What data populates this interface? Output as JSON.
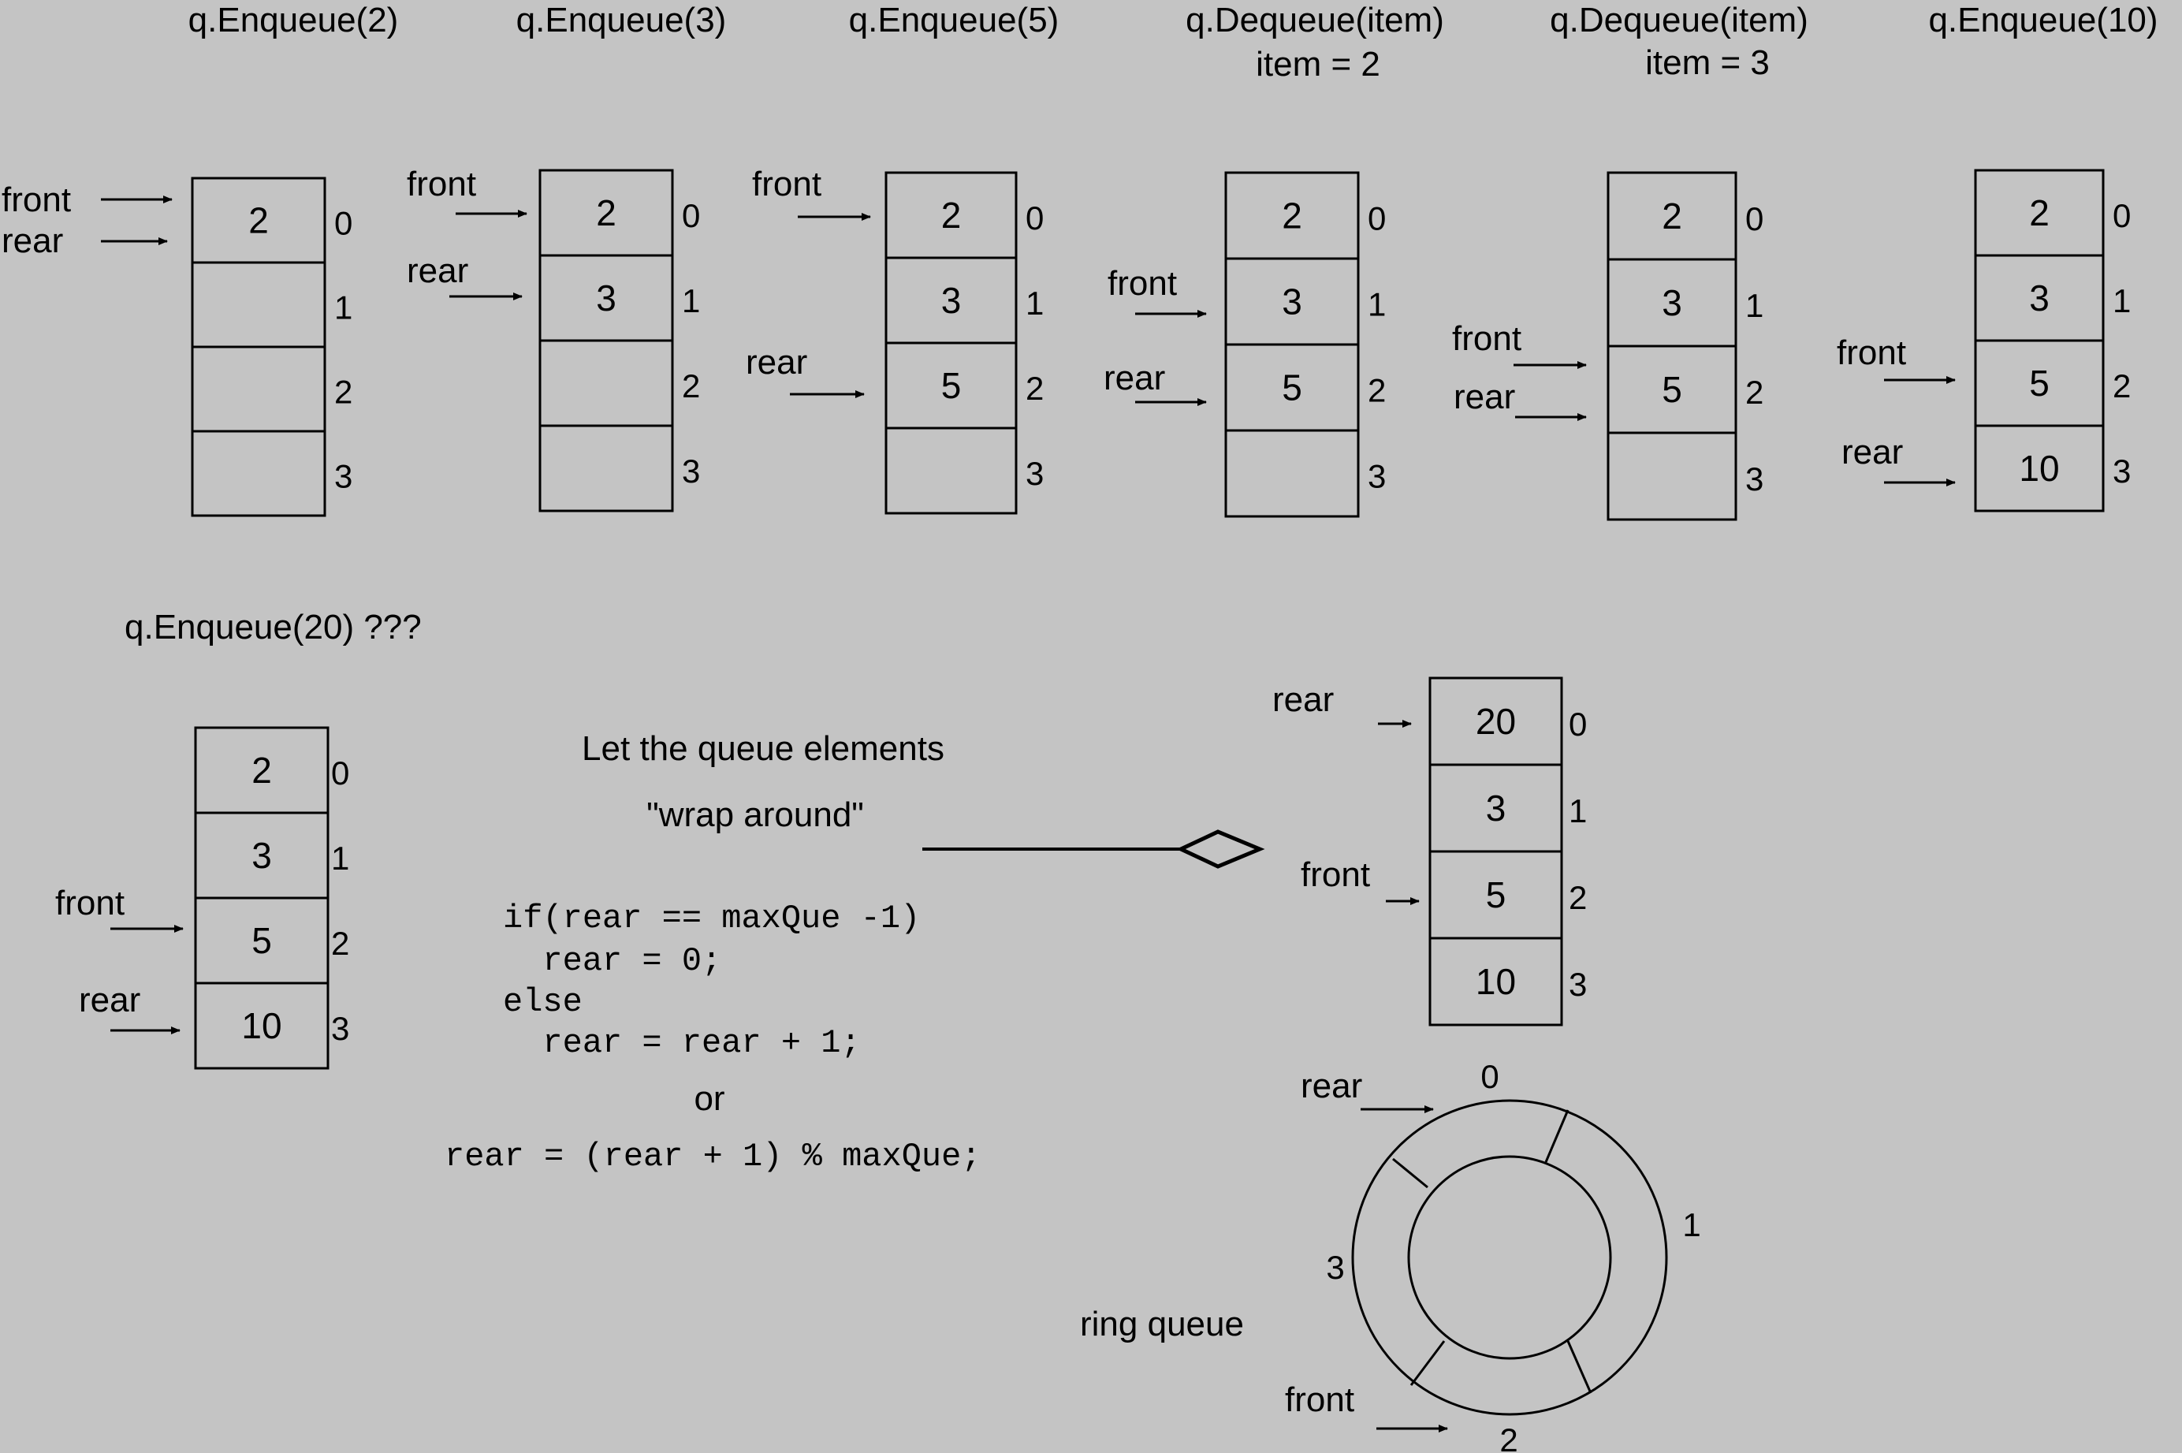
{
  "captions": [
    "q.Enqueue(2)",
    "q.Enqueue(3)",
    "q.Enqueue(5)",
    "q.Dequeue(item)",
    "q.Dequeue(item)",
    "q.Enqueue(10)"
  ],
  "item_notes": [
    "item = 2",
    "item = 3"
  ],
  "pointer_labels": {
    "front": "front",
    "rear": "rear"
  },
  "indices": [
    "0",
    "1",
    "2",
    "3"
  ],
  "queues": [
    {
      "values": [
        "2",
        "",
        "",
        ""
      ]
    },
    {
      "values": [
        "2",
        "3",
        "",
        ""
      ]
    },
    {
      "values": [
        "2",
        "3",
        "5",
        ""
      ]
    },
    {
      "values": [
        "2",
        "3",
        "5",
        ""
      ]
    },
    {
      "values": [
        "2",
        "3",
        "5",
        ""
      ]
    },
    {
      "values": [
        "2",
        "3",
        "5",
        "10"
      ]
    }
  ],
  "bottom_caption": "q.Enqueue(20) ???",
  "bottom_queue": {
    "values": [
      "2",
      "3",
      "5",
      "10"
    ]
  },
  "wrap_text": [
    "Let the queue elements",
    "\"wrap around\""
  ],
  "code": {
    "lines": [
      "if(rear == maxQue -1)",
      "  rear = 0;",
      "else",
      "  rear = rear + 1;"
    ],
    "or": "or",
    "alt": "rear = (rear + 1) % maxQue;"
  },
  "result_queue": {
    "values": [
      "20",
      "3",
      "5",
      "10"
    ]
  },
  "ring": {
    "label": "ring queue",
    "indices": [
      "0",
      "1",
      "2",
      "3"
    ]
  }
}
